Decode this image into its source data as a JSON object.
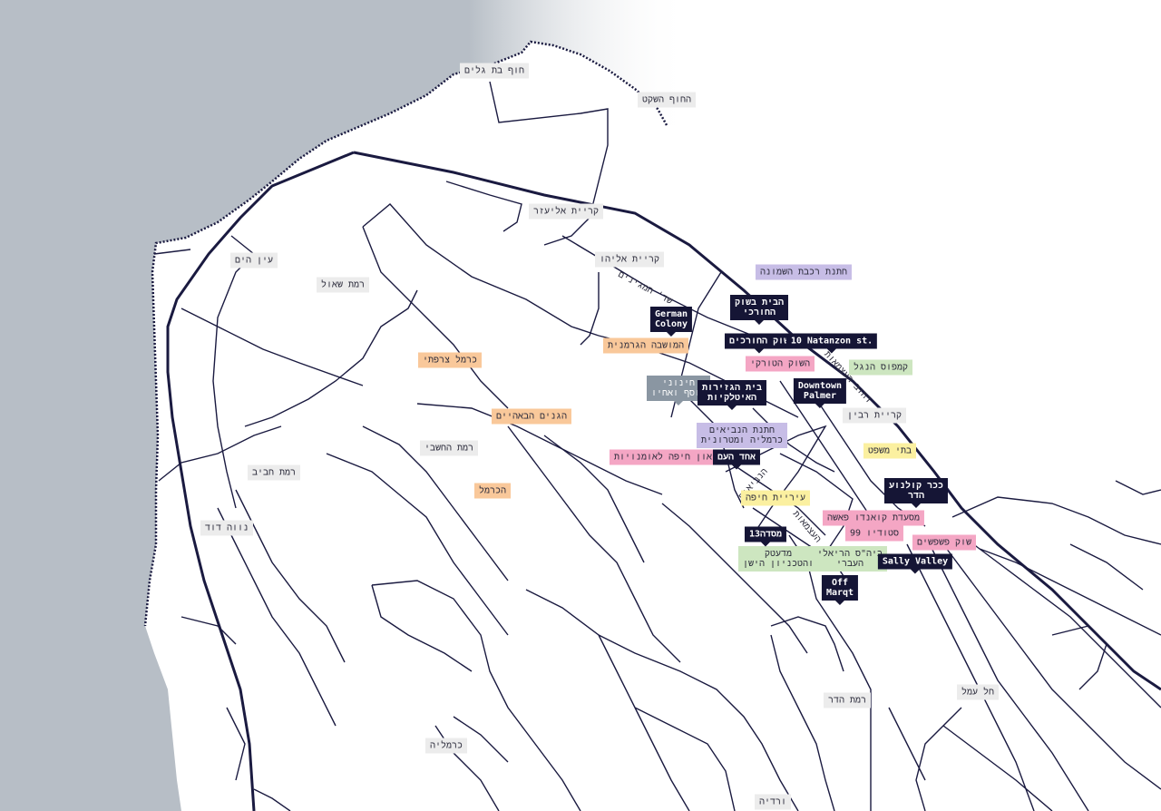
{
  "colors": {
    "sea": "#b7bec6",
    "road": "#1a1a40",
    "coast": "#1a1a40",
    "spot": "#151535",
    "orange": "#f9c89a",
    "pink": "#f4a6c4",
    "purple": "#c7bde6",
    "green": "#cde6c0",
    "yellow": "#fbf0a0",
    "grey": "#8a96a2",
    "area": "#ececec"
  },
  "areas": {
    "bat_galim": "חוף בת גלים",
    "hashaket": "החוף השקט",
    "kiryat_eliezer": "קריית אליעזר",
    "kiryat_eliyahu": "קריית אליהו",
    "ein_hayam": "עין הים",
    "ramat_shaul": "רמת שאול",
    "ramat_hashavi": "רמת החשבי",
    "ramat_haviv": "רמת חביב",
    "neve_david": "נווה דוד",
    "kiryat_rabin": "קריית רבין",
    "ramat_hadar": "רמת הדר",
    "hal_amal": "חל עמל",
    "carmelia": "כרמליה",
    "vardia": "ורדיה"
  },
  "orange": {
    "german_colony_he": "המושבה הגרמנית",
    "carmel_zarfati": "כרמל צרפתי",
    "bahai_gardens": "הגנים הבאהיים",
    "hacarmel": "הכרמל"
  },
  "pink": {
    "turkish_market": "השוק הטורקי",
    "museum": "מוזיאון חיפה לאומנויות",
    "kundera": "מסעדת קואנדו פאשה",
    "studio99": "סטודיו 99",
    "flea_market": "שוק פשפשים"
  },
  "purple": {
    "shmona_station": "חתנת רכבת השמונה",
    "neviim_station": "חתנת הנביאים\nכרמליה ומטרונית"
  },
  "green": {
    "hangal_campus": "קמפוס הנגל",
    "madatech": "מדעטק\nוהטכניון הישן",
    "reali": "ביה\"ס הריאלי\nהעברי"
  },
  "yellow": {
    "iriya": "עיריית חיפה",
    "courts": "בתי משפט"
  },
  "grey": {
    "yosef_vaaniv": "חינוני\nיוסף ואחיו"
  },
  "spots": {
    "german_colony_en": "German\nColony",
    "bishuk": "הבית בשוק\nהחורכי",
    "shuk_hahorchim": "שוק החורכים",
    "natanzon": "10 Natanzon st.",
    "downtown_palmer": "Downtown\nPalmer",
    "beit_hagzirot": "בית הגזירות\nהאיטלקיות",
    "ahad_haam": "אחד העם",
    "kikar_kolnoa": "ככר קולנוע\nהדר",
    "misada13": "מסדה13",
    "sally_valley": "Sally Valley",
    "off_marqt": "Off\nMarqt"
  },
  "streets": {
    "sderot_hageffen": "שד' המגינים",
    "rechov_haatzmaut": "רחוב העצמאות",
    "haneviim": "הנביאים",
    "haatzmaut": "העצמאות"
  }
}
